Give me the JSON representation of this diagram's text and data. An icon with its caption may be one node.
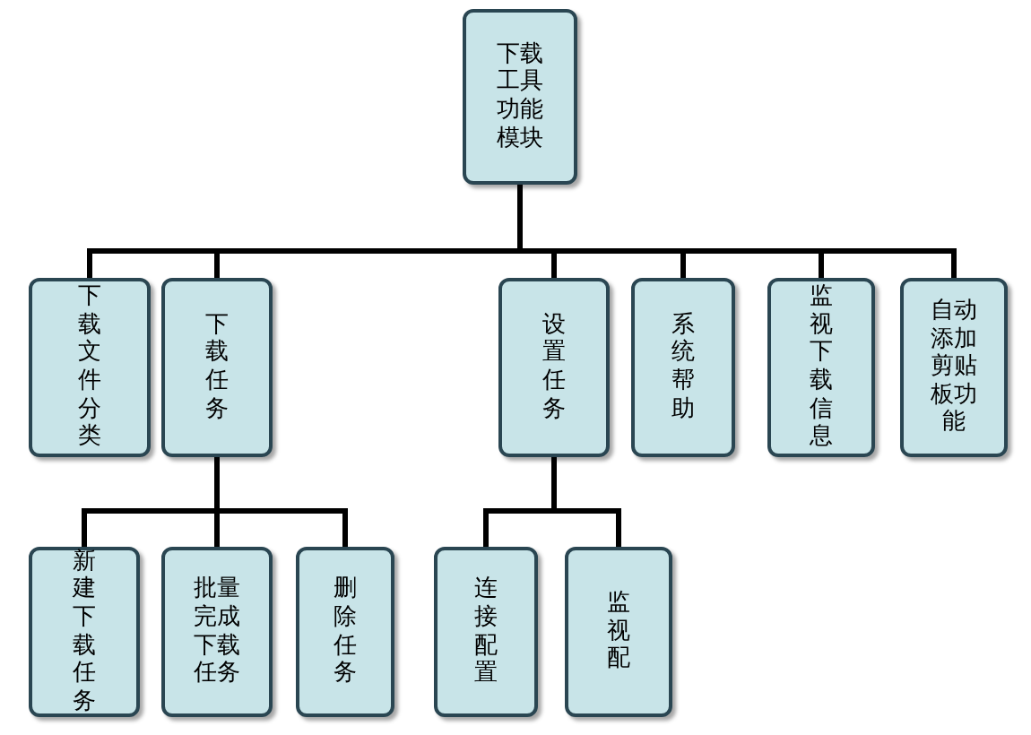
{
  "diagram": {
    "nodes": [
      {
        "text": [
          "下载工具功能模块"
        ]
      },
      {
        "text": [
          "下载文件分类"
        ]
      },
      {
        "text": [
          "下载任务"
        ]
      },
      {
        "text": [
          "设置任务"
        ]
      },
      {
        "text": [
          "系统帮助"
        ]
      },
      {
        "text": [
          "监视下载信息"
        ]
      },
      {
        "text": [
          "自动添加剪贴板功能"
        ]
      },
      {
        "text": [
          "新建下载任务"
        ]
      },
      {
        "text": [
          "批量完成下载任务"
        ]
      },
      {
        "text": [
          "删除任务"
        ]
      },
      {
        "text": [
          "连接配置"
        ]
      },
      {
        "text": [
          "监视配"
        ]
      }
    ],
    "edges": [
      {
        "from": 0,
        "to": 1,
        "arrow": "none"
      },
      {
        "from": 0,
        "to": 2,
        "arrow": "none"
      },
      {
        "from": 0,
        "to": 3,
        "arrow": "none"
      },
      {
        "from": 0,
        "to": 4,
        "arrow": "none"
      },
      {
        "from": 0,
        "to": 5,
        "arrow": "none"
      },
      {
        "from": 0,
        "to": 6,
        "arrow": "none"
      },
      {
        "from": 2,
        "to": 7,
        "arrow": "none"
      },
      {
        "from": 2,
        "to": 8,
        "arrow": "none"
      },
      {
        "from": 2,
        "to": 9,
        "arrow": "none"
      },
      {
        "from": 3,
        "to": 10,
        "arrow": "none"
      },
      {
        "from": 3,
        "to": 11,
        "arrow": "none"
      }
    ]
  }
}
